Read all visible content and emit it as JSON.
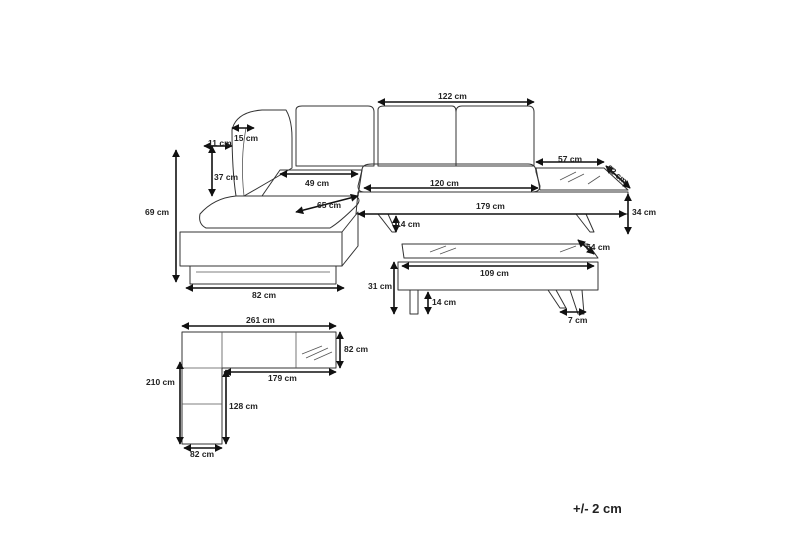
{
  "dimensions": {
    "backrest_width": "122 cm",
    "armrest_top": "15 cm",
    "armrest_depth": "11 cm",
    "back_height": "37 cm",
    "total_height": "69 cm",
    "chaise_seat_width": "49 cm",
    "chaise_seat_depth": "65 cm",
    "seat_width": "120 cm",
    "table_width": "57 cm",
    "table_depth": "82 cm",
    "sofa_length": "179 cm",
    "seat_height": "34 cm",
    "leg_height_sofa": "14 cm",
    "chaise_width": "82 cm",
    "coffee_table_depth": "54 cm",
    "coffee_table_length": "109 cm",
    "coffee_table_height": "31 cm",
    "leg_height_table": "14 cm",
    "leg_width": "7 cm",
    "plan_total_length": "261 cm",
    "plan_table_depth": "82 cm",
    "plan_total_width": "210 cm",
    "plan_sofa_length": "179 cm",
    "plan_chaise_length": "128 cm",
    "plan_chaise_width": "82 cm"
  },
  "tolerance": "+/- 2 cm"
}
